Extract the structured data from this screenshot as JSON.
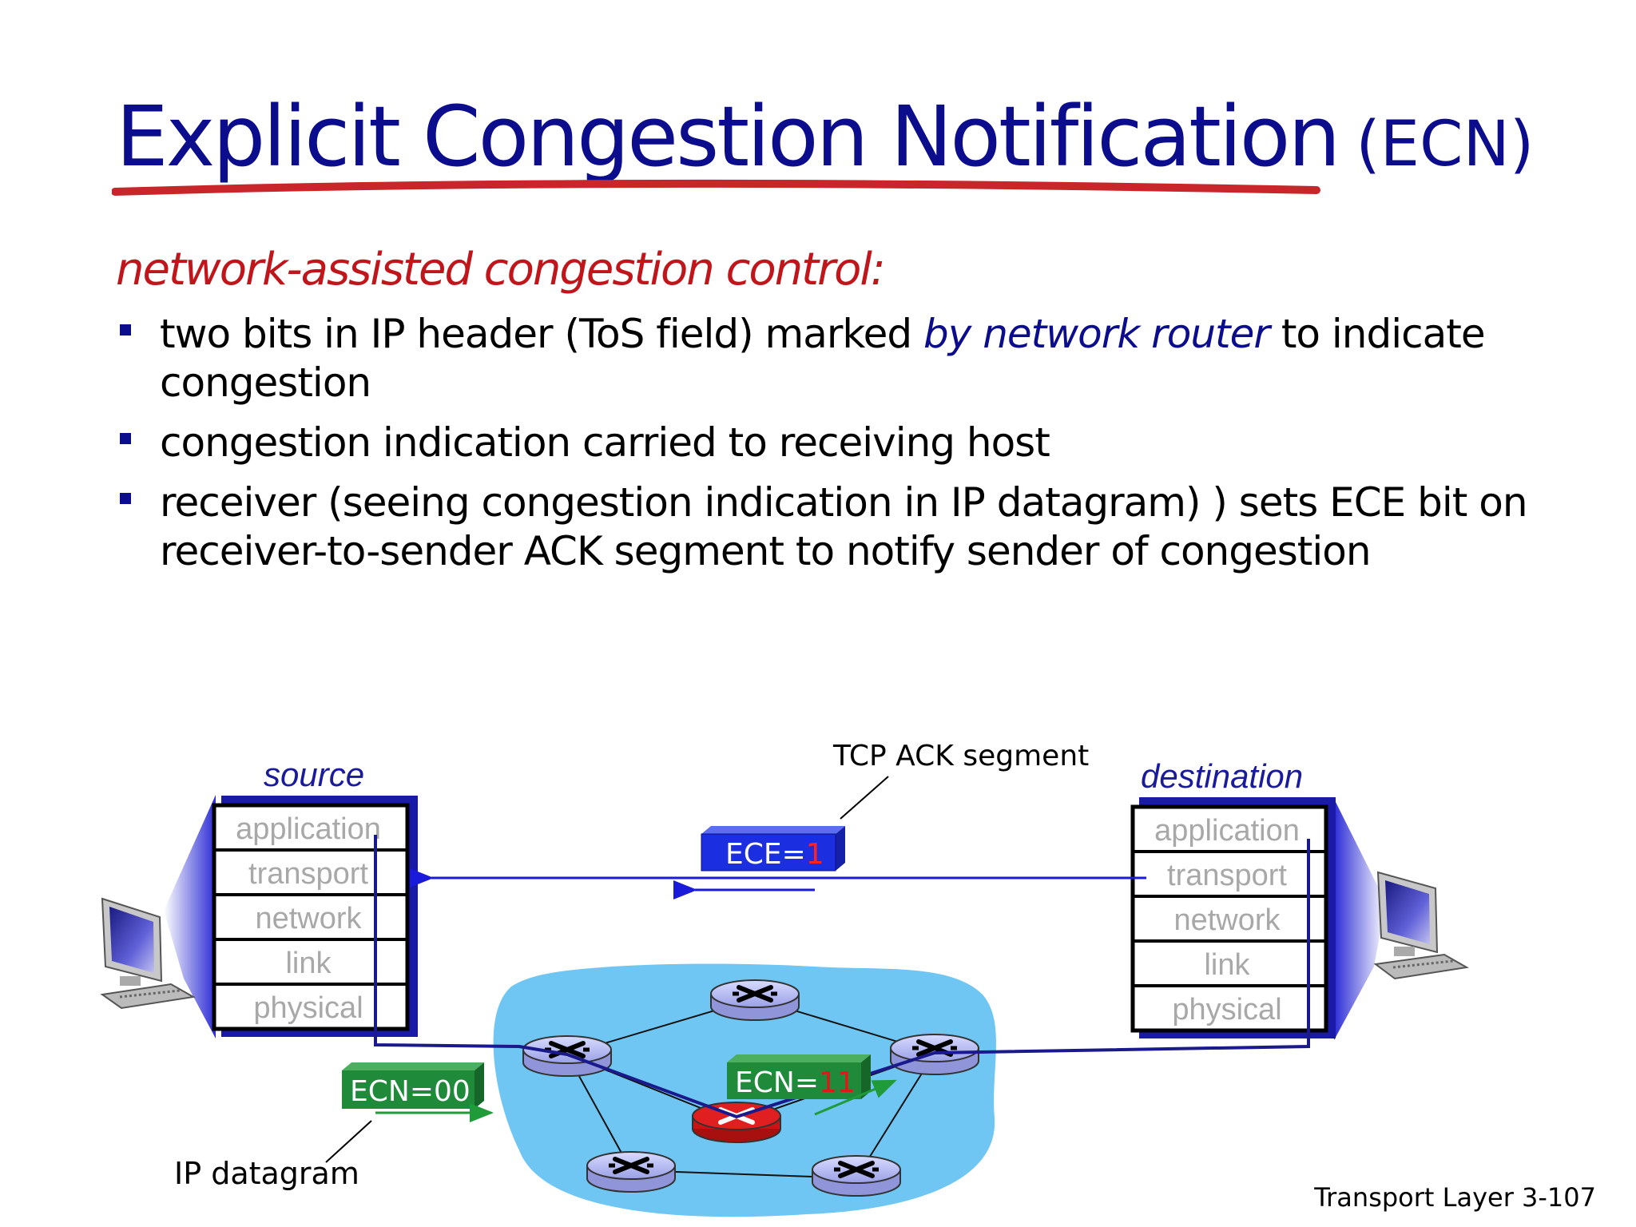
{
  "slide": {
    "title": "Explicit Congestion Notification",
    "title_suffix": "(ECN)",
    "subheading": "network-assisted congestion control:",
    "bullets": [
      {
        "pre": "two bits in IP header (ToS field) marked ",
        "em": "by network router",
        "post": " to indicate congestion"
      },
      {
        "pre": "congestion indication carried to receiving host",
        "em": "",
        "post": ""
      },
      {
        "pre": "receiver (seeing congestion indication in IP datagram) ) sets ECE bit on receiver-to-sender ACK segment to notify sender of congestion",
        "em": "",
        "post": ""
      }
    ],
    "footer": "Transport Layer 3-107"
  },
  "diagram": {
    "source_label": "source",
    "destination_label": "destination",
    "layers": [
      "application",
      "transport",
      "network",
      "link",
      "physical"
    ],
    "tcp_ack_label": "TCP ACK segment",
    "ece": {
      "prefix": "ECE=",
      "value": "1"
    },
    "ecn_in": {
      "prefix": "ECN=",
      "value": "00"
    },
    "ecn_marked": {
      "prefix": "ECN=",
      "value": "11"
    },
    "ip_datagram_label": "IP datagram"
  },
  "colors": {
    "title_blue": "#0b0d8c",
    "accent_red": "#c0161b",
    "cloud": "#6fc6f2",
    "ecn_green": "#1f8b3a",
    "ece_blue": "#1c2fe0",
    "congested_router": "#d11a1a"
  }
}
